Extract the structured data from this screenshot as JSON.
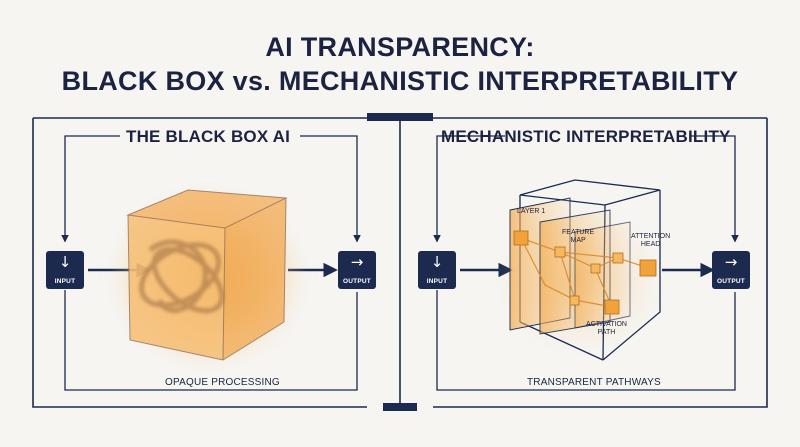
{
  "title": {
    "line1": "AI TRANSPARENCY:",
    "line2": "BLACK BOX vs. MECHANISTIC INTERPRETABILITY"
  },
  "left_panel": {
    "heading": "THE BLACK BOX AI",
    "input_label": "INPUT",
    "output_label": "OUTPUT",
    "caption": "OPAQUE PROCESSING",
    "input_icon": "arrow-down-icon",
    "output_icon": "arrow-right-icon"
  },
  "right_panel": {
    "heading": "MECHANISTIC INTERPRETABILITY",
    "input_label": "INPUT",
    "output_label": "OUTPUT",
    "caption": "TRANSPARENT PATHWAYS",
    "labels": {
      "layer": "LAYER 1",
      "feature_line1": "FEATURE",
      "feature_line2": "MAP",
      "attention_line1": "ATTENTION",
      "attention_line2": "HEAD",
      "activation_line1": "ACTIVATION",
      "activation_line2": "PATH"
    }
  },
  "colors": {
    "navy": "#1b2a4e",
    "orange": "#f0a030",
    "background": "#f6f5f2"
  }
}
